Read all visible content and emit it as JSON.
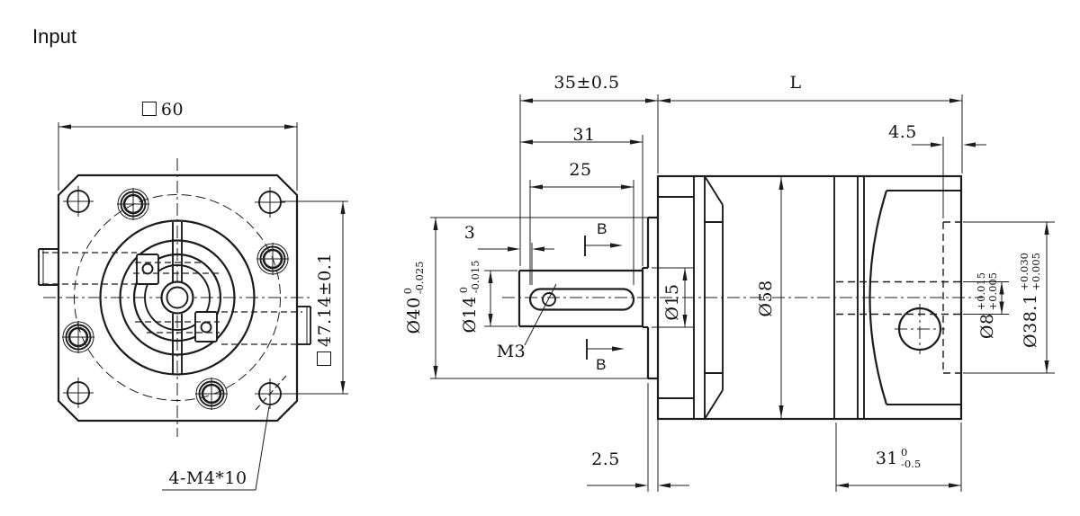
{
  "page": {
    "background": "#ffffff",
    "line_color": "#1c1c1c"
  },
  "header": {
    "title": "Input"
  },
  "front_view": {
    "width_dim": "60",
    "bolt_spacing_dim": "47.14±0.1",
    "mount_holes_note": "4-M4*10"
  },
  "side_view": {
    "shaft_protrusion_dim": "35±0.5",
    "body_length_dim": "L",
    "shaft_length_dim": "31",
    "keyway_length_dim": "25",
    "keyway_offset_dim": "3",
    "recess_depth_dim": "4.5",
    "section_mark": "B",
    "setscrew_thread": "M3",
    "pilot_dia": {
      "main": "Ø40",
      "upper": "0",
      "lower": "-0.025"
    },
    "shaft_dia": {
      "main": "Ø14",
      "upper": "0",
      "lower": "-0.015"
    },
    "collar_dia": "Ø15",
    "body_dia": "Ø58",
    "bore_dia": {
      "main": "Ø8",
      "upper": "+0.015",
      "lower": "+0.005"
    },
    "recess_dia": {
      "main": "Ø38.1",
      "upper": "+0.030",
      "lower": "+0.005"
    },
    "pilot_thickness_dim": "2.5",
    "adapter_length_dim": {
      "main": "31",
      "upper": "0",
      "lower": "-0.5"
    }
  }
}
